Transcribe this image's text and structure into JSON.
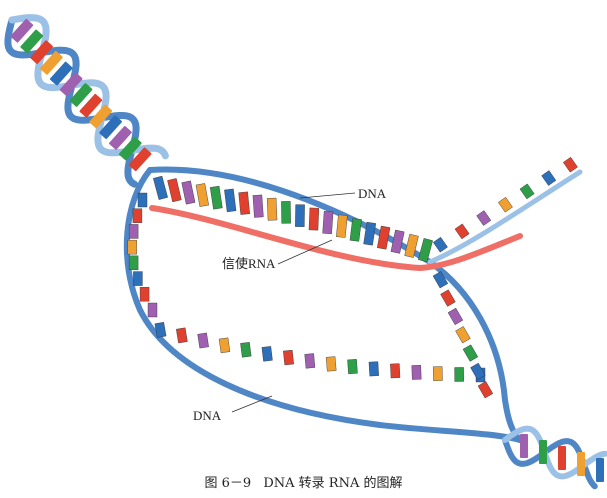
{
  "labels": {
    "dna_top": "DNA",
    "mrna": "信使RNA",
    "dna_bottom": "DNA"
  },
  "caption": {
    "figure_no": "图 6－9",
    "text": "DNA 转录 RNA 的图解"
  },
  "colors": {
    "dna_backbone": "#4f86c6",
    "dna_backbone_light": "#9cc1e6",
    "rna_strand": "#ef6f66",
    "base_blue": "#2d6fb8",
    "base_purple": "#a060b0",
    "base_green": "#2f9e48",
    "base_red": "#e0412f",
    "base_orange": "#f0a030"
  },
  "icons": [
    "base-pair-icon",
    "nucleotide-icon"
  ]
}
